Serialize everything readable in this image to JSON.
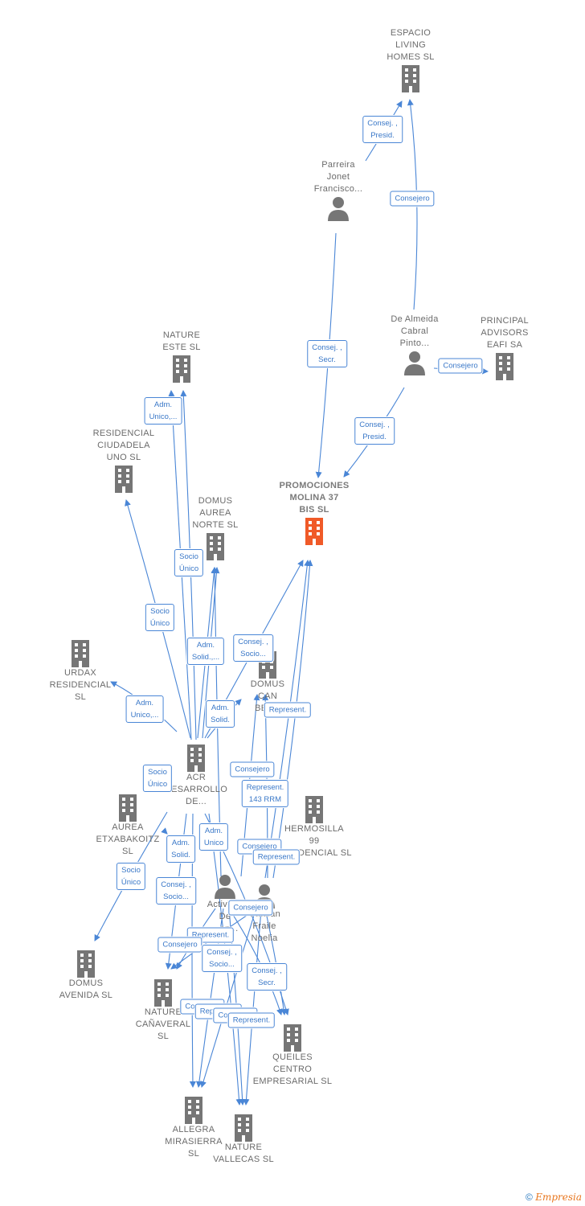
{
  "colors": {
    "edge": "#4a86d6",
    "company": "#767676",
    "main_company": "#f05a28",
    "person": "#767676"
  },
  "nodes": [
    {
      "id": "espacio",
      "type": "company",
      "label": "ESPACIO\nLIVING\nHOMES  SL"
    },
    {
      "id": "parreira",
      "type": "person",
      "label": "Parreira\nJonet\nFrancisco..."
    },
    {
      "id": "dealmeida",
      "type": "person",
      "label": "De Almeida\nCabral\nPinto..."
    },
    {
      "id": "principal",
      "type": "company",
      "label": "PRINCIPAL\nADVISORS\nEAFI SA"
    },
    {
      "id": "natureeste",
      "type": "company",
      "label": "NATURE\nESTE  SL"
    },
    {
      "id": "residencial",
      "type": "company",
      "label": "RESIDENCIAL\nCIUDADELA\nUNO  SL"
    },
    {
      "id": "promociones",
      "type": "main",
      "label": "PROMOCIONES\nMOLINA 37\nBIS  SL"
    },
    {
      "id": "domusaurea",
      "type": "company",
      "label": "DOMUS\nAUREA\nNORTE  SL"
    },
    {
      "id": "urdax",
      "type": "company",
      "label": "URDAX\nRESIDENCIAL\nSL"
    },
    {
      "id": "domuscan",
      "type": "company",
      "label": "DOMUS\nCAN\nBEL..."
    },
    {
      "id": "acr",
      "type": "company",
      "label": "ACR\nDESARROLLO\nDE..."
    },
    {
      "id": "aurea",
      "type": "company",
      "label": "AUREA\nETXABAKOITZ\nSL"
    },
    {
      "id": "hermosilla",
      "type": "company",
      "label": "HERMOSILLA\n99\nRESIDENCIAL SL"
    },
    {
      "id": "actividades",
      "type": "person",
      "label": "Activid...\nDe\n...on..."
    },
    {
      "id": "catalan",
      "type": "person",
      "label": "Catalan\nFraile\nNoelia"
    },
    {
      "id": "domusavenida",
      "type": "company",
      "label": "DOMUS\nAVENIDA  SL"
    },
    {
      "id": "naturecanaveral",
      "type": "company",
      "label": "NATURE\nCAÑAVERAL\nSL"
    },
    {
      "id": "queiles",
      "type": "company",
      "label": "QUEILES\nCENTRO\nEMPRESARIAL SL"
    },
    {
      "id": "allegra",
      "type": "company",
      "label": "ALLEGRA\nMIRASIERRA\nSL"
    },
    {
      "id": "naturevallecas",
      "type": "company",
      "label": "NATURE\nVALLECAS  SL"
    }
  ],
  "edge_labels": [
    "Consej. ,\nPresid.",
    "Consejero",
    "Consej. ,\nSecr.",
    "Consejero",
    "Consej. ,\nPresid.",
    "Adm.\nUnico,...",
    "Socio\nÚnico",
    "Socio\nÚnico",
    "Adm.\nSolid.,...",
    "Consej. ,\nSocio...",
    "Adm.\nUnico,...",
    "Adm.\nSolid.",
    "Represent.",
    "Socio\nÚnico",
    "Consejero",
    "Represent.\n143 RRM",
    "Adm.\nUnico",
    "Adm.\nSolid.",
    "Consejero",
    "Represent.",
    "Socio\nÚnico",
    "Consej. ,\nSocio...",
    "Consejero",
    "Represent.",
    "Consejero",
    "Consej. ,\nSocio...",
    "Consej. ,\nSecr.",
    "Consejero",
    "Represent.",
    "Consejero",
    "Represent."
  ],
  "footer": {
    "copyright": "©",
    "brand": "Empresia"
  }
}
